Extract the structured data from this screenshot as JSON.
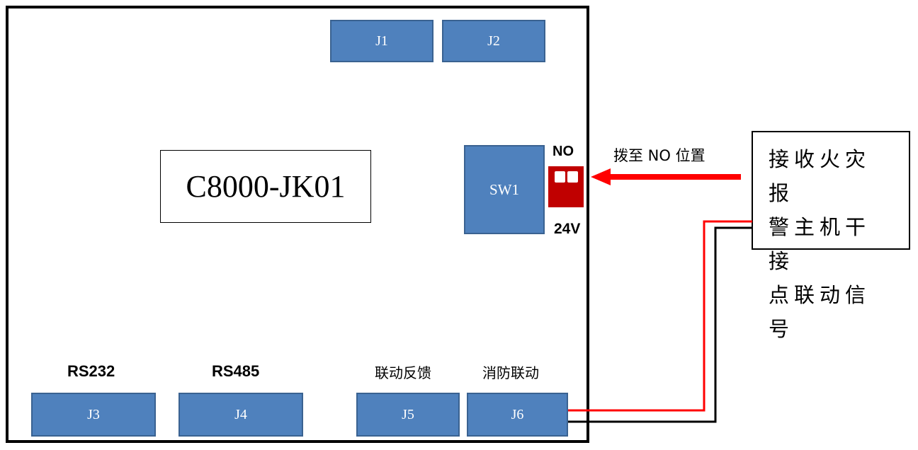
{
  "board": {
    "model": "C8000-JK01"
  },
  "connectors": {
    "j1": "J1",
    "j2": "J2",
    "j3": "J3",
    "j4": "J4",
    "j5": "J5",
    "j6": "J6",
    "sw1": "SW1"
  },
  "port_labels": {
    "j3": "RS232",
    "j4": "RS485",
    "j5": "联动反馈",
    "j6": "消防联动"
  },
  "switch": {
    "top_label": "NO",
    "bottom_label": "24V",
    "instruction": "拨至 NO 位置"
  },
  "signal_source": {
    "lines": [
      "接收火灾报",
      "警主机干接",
      "点联动信号"
    ]
  },
  "colors": {
    "connector_fill": "#4f81bd",
    "connector_border": "#3a6291",
    "dip_switch": "#c00000",
    "arrow": "#ff0000",
    "wire_positive": "#ff0000",
    "wire_negative": "#000000"
  }
}
